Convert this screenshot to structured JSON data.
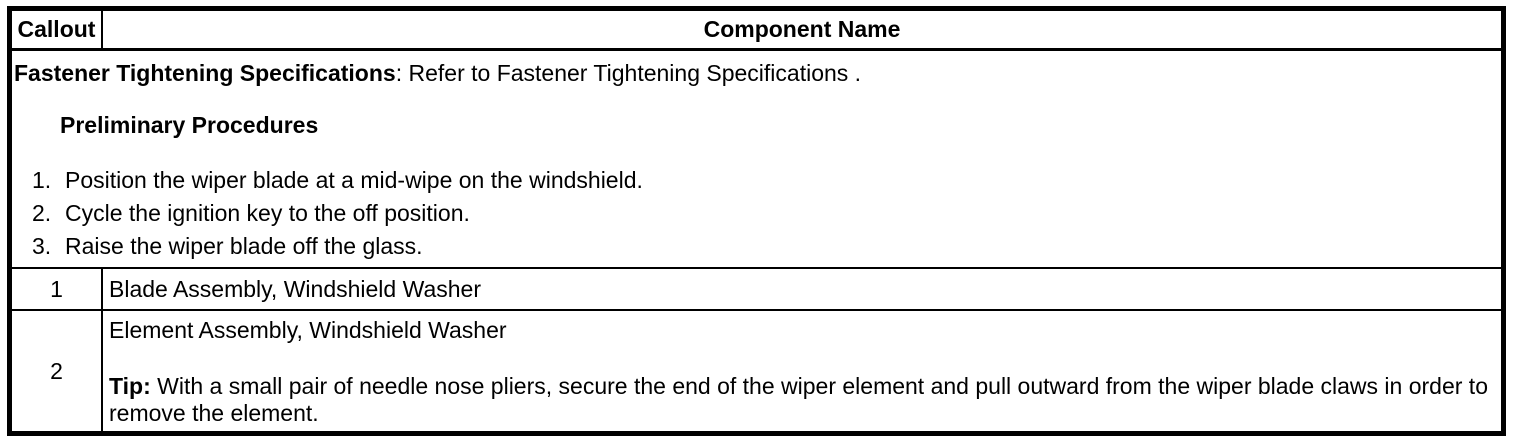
{
  "header": {
    "callout": "Callout",
    "component_name": "Component Name"
  },
  "preamble": {
    "fastener_label": "Fastener Tightening Specifications",
    "fastener_rest": ": Refer to Fastener Tightening Specifications .",
    "preliminary_heading": "Preliminary Procedures",
    "steps": [
      {
        "num": "1.",
        "text": "Position the wiper blade at a mid-wipe on the windshield."
      },
      {
        "num": "2.",
        "text": "Cycle the ignition key to the off position."
      },
      {
        "num": "3.",
        "text": "Raise the wiper blade off the glass."
      }
    ]
  },
  "rows": [
    {
      "callout": "1",
      "component": "Blade Assembly, Windshield Washer"
    },
    {
      "callout": "2",
      "component": "Element Assembly, Windshield Washer",
      "tip_label": "Tip:",
      "tip_text": "With a small pair of needle nose pliers, secure the end of the wiper element and pull outward from the wiper blade claws in order to remove the element."
    }
  ],
  "colors": {
    "background": "#ffffff",
    "text": "#000000",
    "border": "#000000"
  }
}
